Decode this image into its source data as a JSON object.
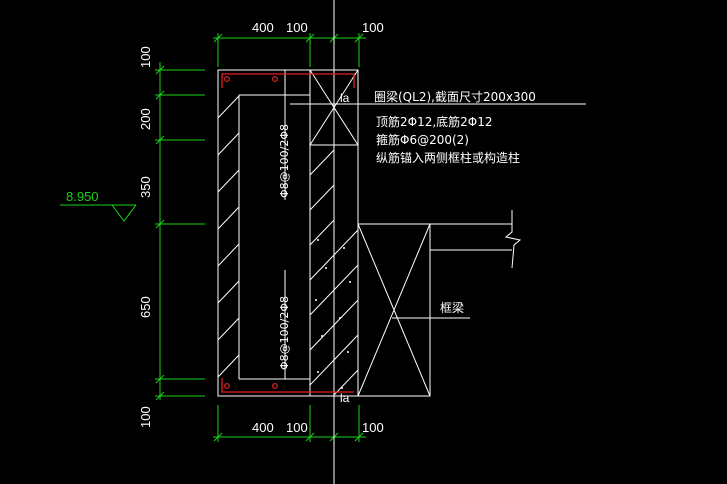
{
  "colors": {
    "background": "#000000",
    "dimension": "#19d419",
    "outline": "#ffffff",
    "rebar": "#e02020"
  },
  "dimensions": {
    "top": [
      "400",
      "100",
      "100"
    ],
    "bottom": [
      "400",
      "100",
      "100"
    ],
    "left": [
      "100",
      "200",
      "350",
      "650",
      "100"
    ]
  },
  "elevation": {
    "value": "8.950"
  },
  "notes": {
    "ring_beam": "圈梁(QL2),截面尺寸200x300",
    "top_bars": "顶筋2Φ12,底筋2Φ12",
    "stirrups": "箍筋Φ6@200(2)",
    "anchorage": "纵筋锚入两侧框柱或构造柱"
  },
  "labels": {
    "frame_beam": "框梁",
    "la_top": "la",
    "la_bottom": "la"
  },
  "rebar_labels": {
    "upper": "Φ8@100/2Φ8",
    "lower": "Φ8@100/2Φ8"
  }
}
